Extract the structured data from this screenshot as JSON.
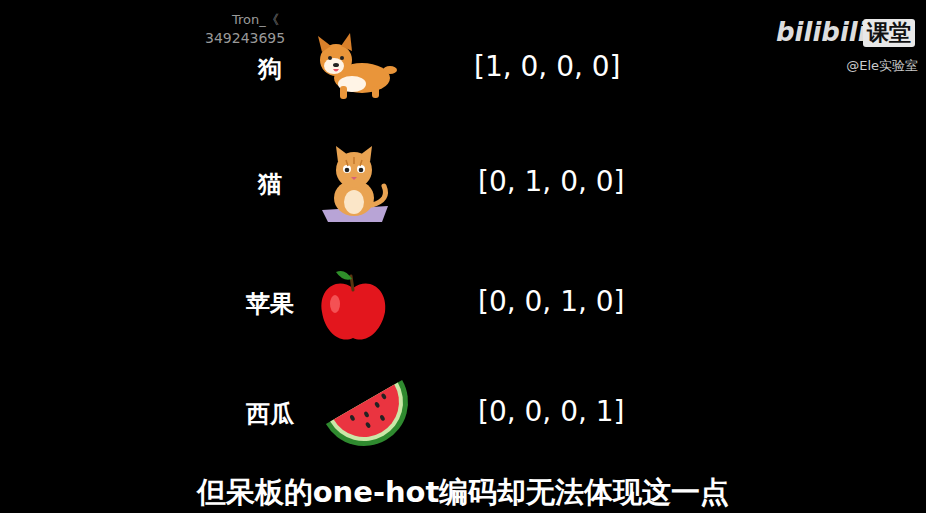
{
  "diagram": {
    "caption": "但呆板的one-hot编码却无法体现这一点",
    "labels": [
      "Tron_《",
      "349243695",
      "bilibili",
      "课堂",
      "@Ele实验室",
      "狗",
      "[1, 0, 0, 0]",
      "猫",
      "[0, 1, 0, 0]",
      "苹果",
      "[0, 0, 1, 0]",
      "西瓜",
      "[0, 0, 0, 1]"
    ]
  }
}
